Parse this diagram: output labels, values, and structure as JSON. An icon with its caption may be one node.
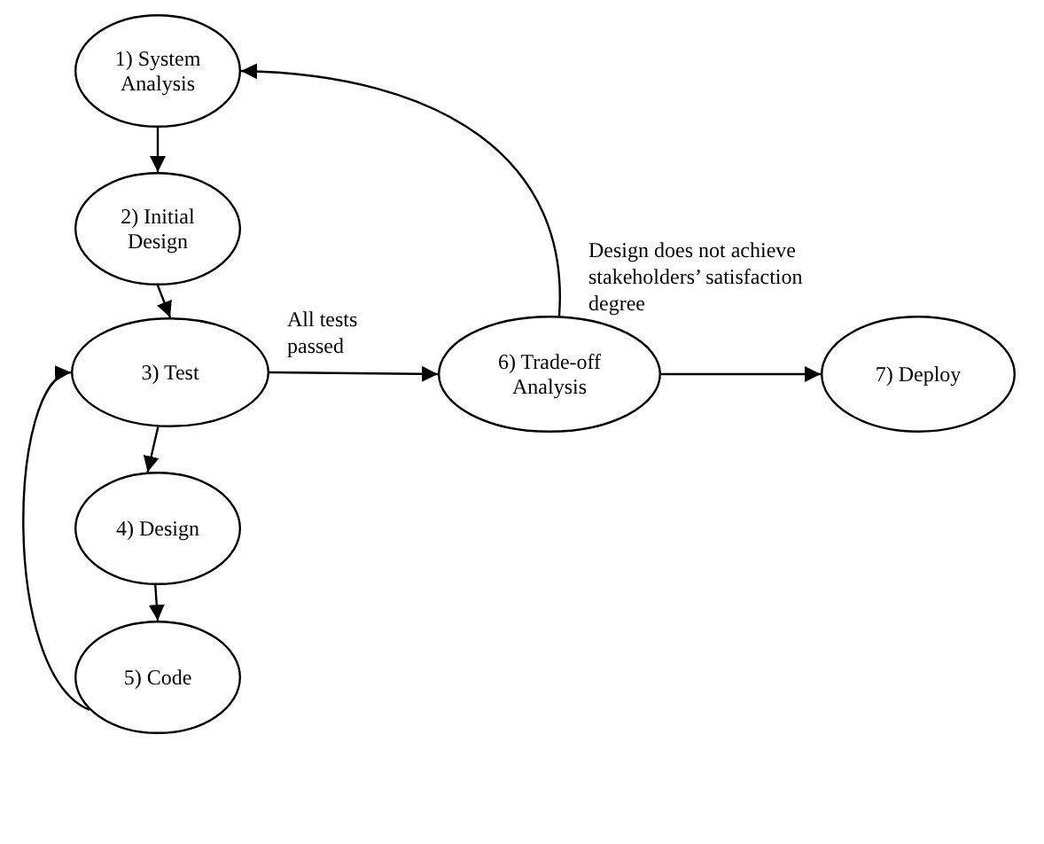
{
  "diagram": {
    "nodes": [
      {
        "text": [
          "1) System Analysis"
        ]
      },
      {
        "text": [
          "2) Initial Design"
        ]
      },
      {
        "text": [
          "3) Test"
        ]
      },
      {
        "text": [
          "4) Design"
        ]
      },
      {
        "text": [
          "5) Code"
        ]
      },
      {
        "text": [
          "6) Trade-off Analysis"
        ]
      },
      {
        "text": [
          "7) Deploy"
        ]
      }
    ],
    "edges": [
      {
        "from": 0,
        "to": 1,
        "arrow": "to"
      },
      {
        "from": 1,
        "to": 2,
        "arrow": "to"
      },
      {
        "from": 2,
        "to": 3,
        "arrow": "to"
      },
      {
        "from": 3,
        "to": 4,
        "arrow": "to"
      },
      {
        "from": 4,
        "to": 2,
        "arrow": "to"
      },
      {
        "from": 2,
        "to": 5,
        "label": "All tests passed",
        "arrow": "to"
      },
      {
        "from": 5,
        "to": 6,
        "arrow": "to"
      },
      {
        "from": 5,
        "to": 0,
        "label": "Design does not achieve stakeholders’ satisfaction degree",
        "arrow": "to"
      }
    ]
  }
}
